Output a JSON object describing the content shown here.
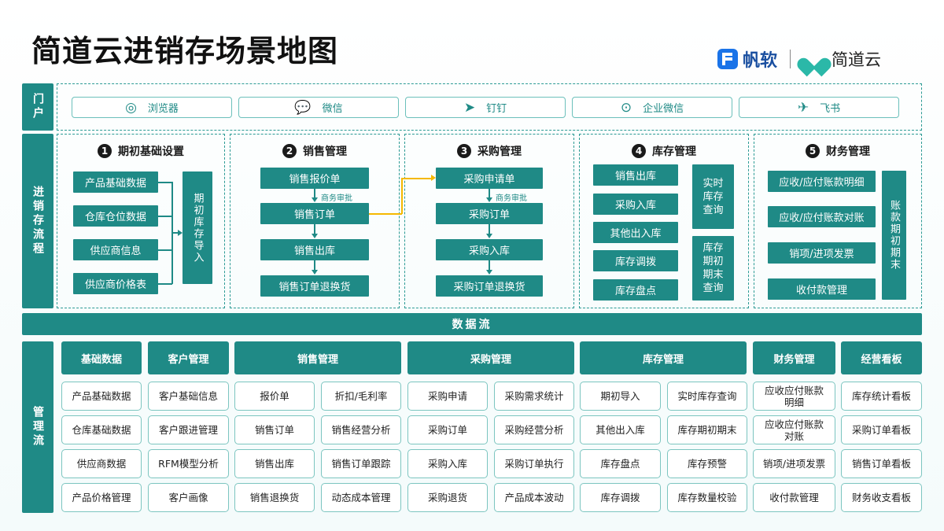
{
  "title": "简道云进销存场景地图",
  "brand": {
    "fanruan": "帆软",
    "jiandaoyun": "简道云"
  },
  "side": {
    "portal": "门户",
    "flow": "进销存流程",
    "manage": "管理流"
  },
  "portal": [
    {
      "icon": "chrome-icon",
      "label": "浏览器"
    },
    {
      "icon": "wechat-icon",
      "label": "微信"
    },
    {
      "icon": "dingtalk-icon",
      "label": "钉钉"
    },
    {
      "icon": "wecom-icon",
      "label": "企业微信"
    },
    {
      "icon": "feishu-icon",
      "label": "飞书"
    }
  ],
  "sections": {
    "s1": {
      "num": "1",
      "title": "期初基础设置",
      "items": [
        "产品基础数据",
        "仓库仓位数据",
        "供应商信息",
        "供应商价格表"
      ],
      "side": "期初库存导入"
    },
    "s2": {
      "num": "2",
      "title": "销售管理",
      "items": [
        "销售报价单",
        "销售订单",
        "销售出库",
        "销售订单退换货"
      ],
      "note": "商务审批"
    },
    "s3": {
      "num": "3",
      "title": "采购管理",
      "items": [
        "采购申请单",
        "采购订单",
        "采购入库",
        "采购订单退换货"
      ],
      "note": "商务审批"
    },
    "s4": {
      "num": "4",
      "title": "库存管理",
      "items": [
        "销售出库",
        "采购入库",
        "其他出入库",
        "库存调拨",
        "库存盘点"
      ],
      "side1": "实时库存查询",
      "side2": "库存期初期末查询"
    },
    "s5": {
      "num": "5",
      "title": "财务管理",
      "items": [
        "应收/应付账款明细",
        "应收/应付账款对账",
        "销项/进项发票",
        "收付款管理"
      ],
      "side": "账款期初期末"
    }
  },
  "dataflow": "数据流",
  "manage": {
    "headers": [
      "基础数据",
      "客户管理",
      "销售管理",
      "采购管理",
      "库存管理",
      "财务管理",
      "经营看板"
    ],
    "col_basic": [
      "产品基础数据",
      "仓库基础数据",
      "供应商数据",
      "产品价格管理"
    ],
    "col_customer": [
      "客户基础信息",
      "客户跟进管理",
      "RFM模型分析",
      "客户画像"
    ],
    "col_sales_a": [
      "报价单",
      "销售订单",
      "销售出库",
      "销售退换货"
    ],
    "col_sales_b": [
      "折扣/毛利率",
      "销售经营分析",
      "销售订单跟踪",
      "动态成本管理"
    ],
    "col_purchase_a": [
      "采购申请",
      "采购订单",
      "采购入库",
      "采购退货"
    ],
    "col_purchase_b": [
      "采购需求统计",
      "采购经营分析",
      "采购订单执行",
      "产品成本波动"
    ],
    "col_stock_a": [
      "期初导入",
      "其他出入库",
      "库存盘点",
      "库存调拨"
    ],
    "col_stock_b": [
      "实时库存查询",
      "库存期初期末",
      "库存预警",
      "库存数量校验"
    ],
    "col_finance": [
      "应收应付账款明细",
      "应收应付账款对账",
      "销项/进项发票",
      "收付款管理"
    ],
    "col_board": [
      "库存统计看板",
      "采购订单看板",
      "销售订单看板",
      "财务收支看板"
    ]
  }
}
